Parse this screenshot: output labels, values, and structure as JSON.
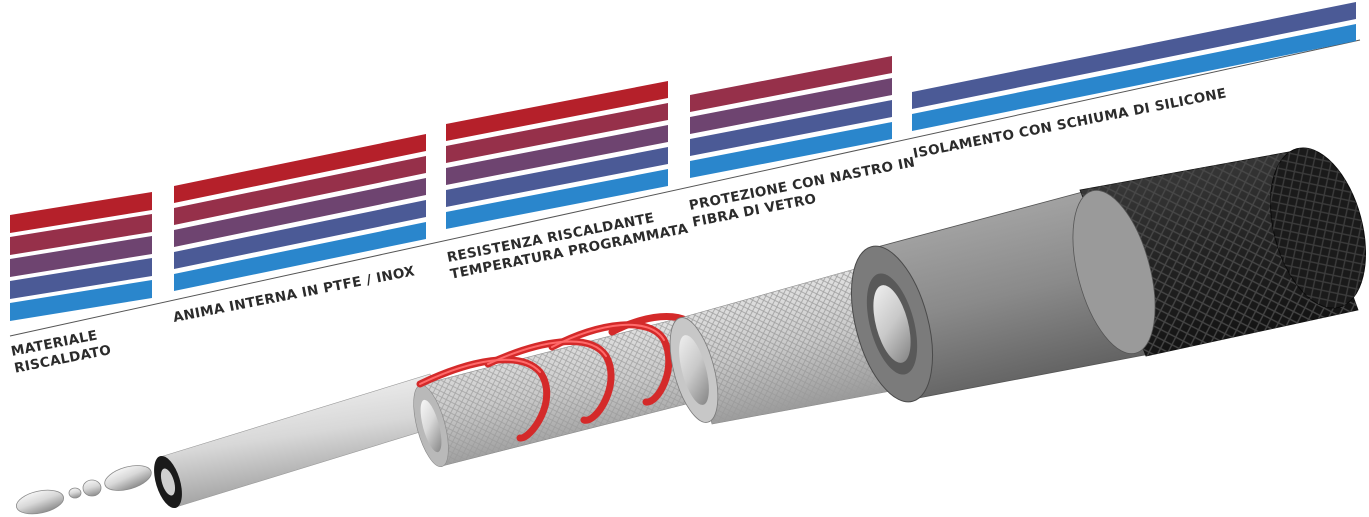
{
  "layers": [
    {
      "id": "materiale",
      "lines": [
        "MATERIALE",
        "RISCALDATO"
      ]
    },
    {
      "id": "anima",
      "lines": [
        "ANIMA INTERNA IN PTFE / INOX"
      ]
    },
    {
      "id": "resistenza",
      "lines": [
        "RESISTENZA RISCALDANTE",
        "TEMPERATURA PROGRAMMATA"
      ]
    },
    {
      "id": "protezione",
      "lines": [
        "PROTEZIONE CON NASTRO IN",
        "FIBRA DI VETRO"
      ]
    },
    {
      "id": "isolamento",
      "lines": [
        "ISOLAMENTO CON SCHIUMA DI SILICONE"
      ]
    }
  ],
  "colors": {
    "red": "#b5202a",
    "crimson": "#96304a",
    "purple": "#6e4470",
    "indigo": "#4b5a96",
    "blue": "#2a86cc",
    "text": "#2b2b2b",
    "heating_wire": "#d42a2a",
    "foam": "#8a8a8a",
    "braid": "#1e1e1e"
  },
  "icons": {
    "cable": "layered-heated-hose-cutaway"
  }
}
